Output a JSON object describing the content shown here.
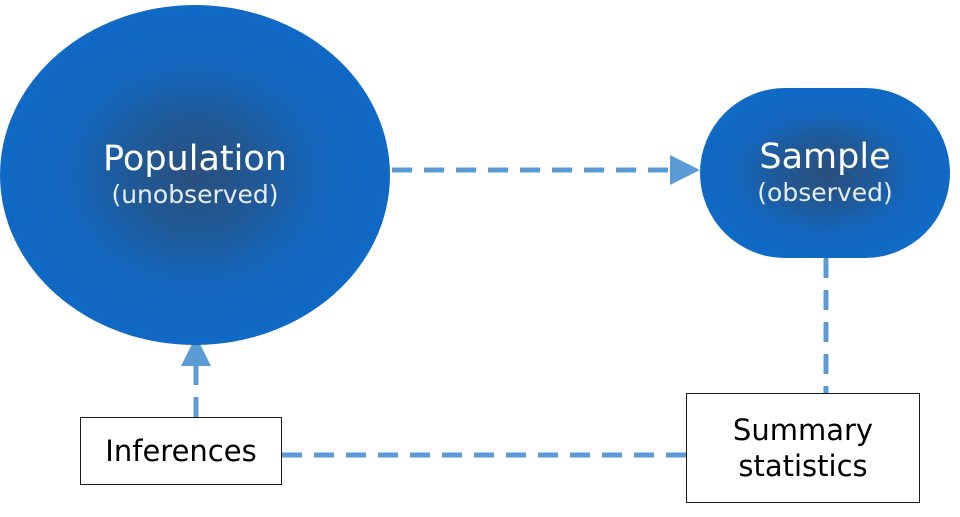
{
  "diagram": {
    "colors": {
      "node_fill_outer": "#0f69c5",
      "node_fill_center": "#2a4f7c",
      "connector": "#5b9bd5",
      "box_border": "#1a1a1a"
    },
    "nodes": {
      "population": {
        "title": "Population",
        "subtitle": "(unobserved)"
      },
      "sample": {
        "title": "Sample",
        "subtitle": "(observed)"
      }
    },
    "boxes": {
      "inferences": {
        "label": "Inferences"
      },
      "summary_statistics": {
        "line1": "Summary",
        "line2": "statistics"
      }
    }
  }
}
